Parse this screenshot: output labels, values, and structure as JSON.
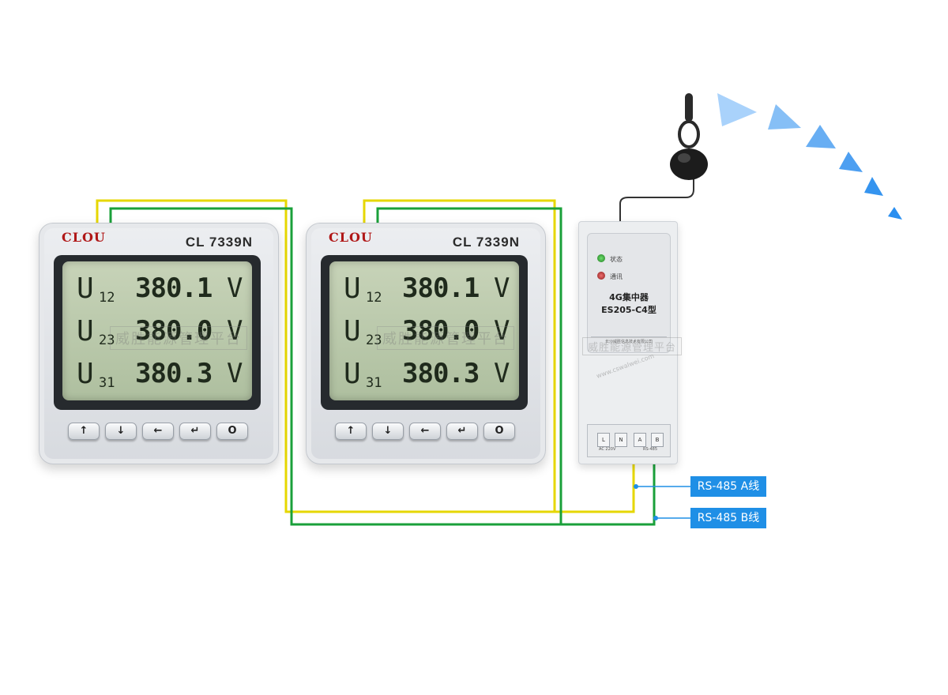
{
  "colors": {
    "wire_yellow": "#e6d700",
    "wire_green": "#1aa03a",
    "label_blue": "#1f8fe6",
    "signal_arrow": "#2a8ff0"
  },
  "meters": [
    {
      "brand": "CLOU",
      "model": "CL 7339N",
      "readings": [
        {
          "symbol": "U",
          "sub": "12",
          "value": "380.1",
          "unit": "V"
        },
        {
          "symbol": "U",
          "sub": "23",
          "value": "380.0",
          "unit": "V"
        },
        {
          "symbol": "U",
          "sub": "31",
          "value": "380.3",
          "unit": "V"
        }
      ],
      "keys": [
        "↑",
        "↓",
        "←",
        "↵",
        "O"
      ]
    },
    {
      "brand": "CLOU",
      "model": "CL 7339N",
      "readings": [
        {
          "symbol": "U",
          "sub": "12",
          "value": "380.1",
          "unit": "V"
        },
        {
          "symbol": "U",
          "sub": "23",
          "value": "380.0",
          "unit": "V"
        },
        {
          "symbol": "U",
          "sub": "31",
          "value": "380.3",
          "unit": "V"
        }
      ],
      "keys": [
        "↑",
        "↓",
        "←",
        "↵",
        "O"
      ]
    }
  ],
  "concentrator": {
    "led_status": "状态",
    "led_comm": "通讯",
    "title_line1": "4G集中器",
    "title_line2": "ES205-C4型",
    "company": "长沙威胜信息技术有限公司",
    "terminals": [
      "L",
      "N",
      "A",
      "B"
    ],
    "terminal_group_left": "AC 220V",
    "terminal_group_right": "RS-485"
  },
  "watermark": {
    "text": "威胜能源管理平台",
    "url": "www.cswalwei.com"
  },
  "labels": {
    "rs485_a": "RS-485 A线",
    "rs485_b": "RS-485 B线"
  }
}
